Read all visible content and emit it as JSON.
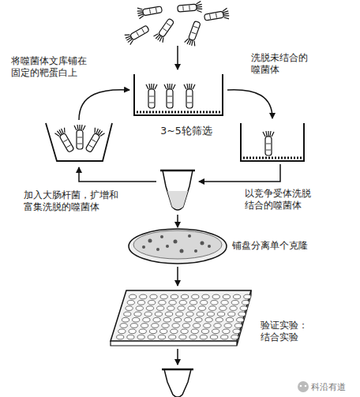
{
  "diagram": {
    "labels": [
      "将噬菌体文库铺在固定的靶蛋白上",
      "洗脱未结合的噬菌体",
      "3~5轮筛选",
      "以竞争受体洗脱结合的噬菌体",
      "加入大肠杆菌，扩增和富集洗脱的噬菌体",
      "铺盘分离单个克隆",
      "验证实验：结合实验",
      "科沿有道"
    ]
  }
}
